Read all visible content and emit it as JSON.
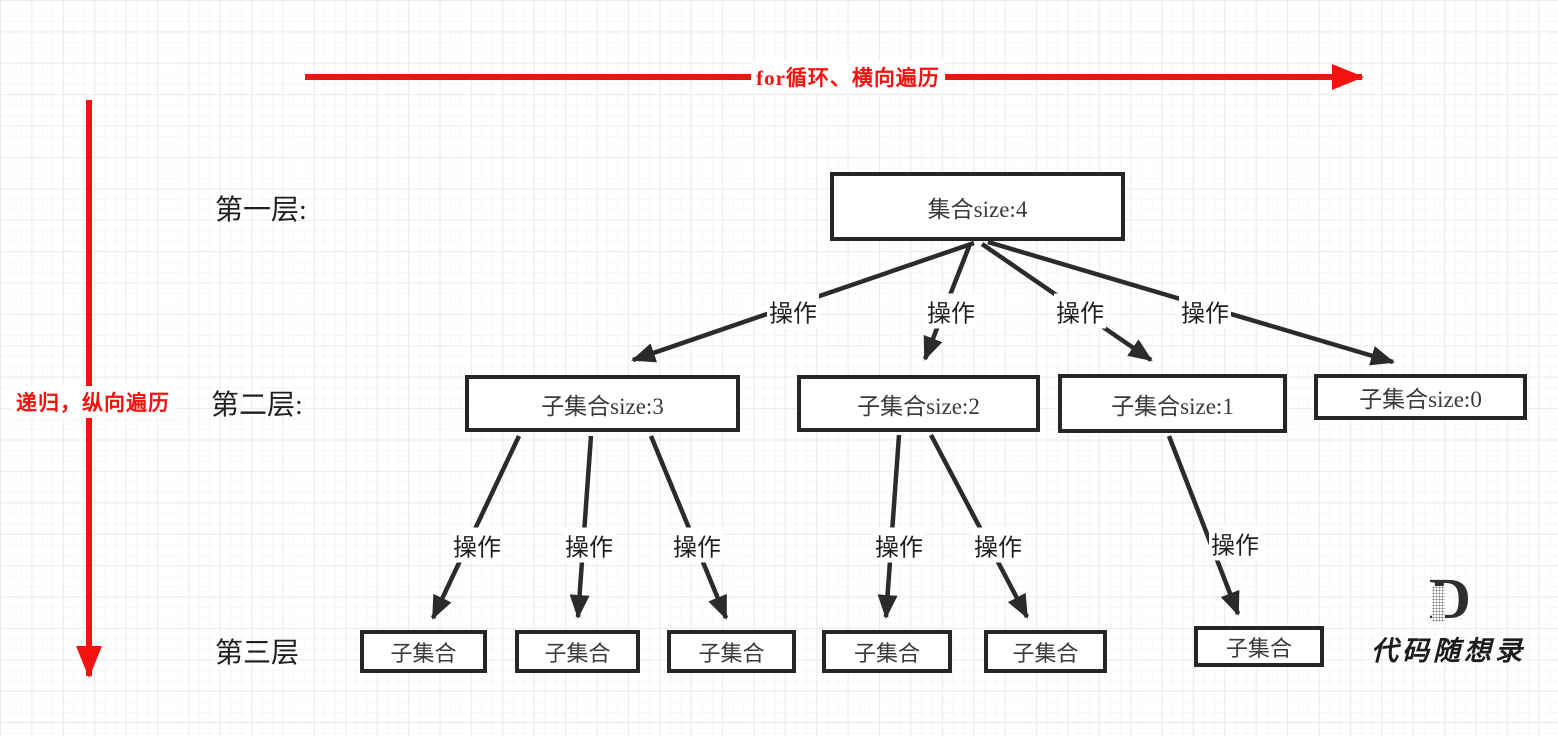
{
  "flow_annotations": {
    "horizontal": "for循环、横向遍历",
    "vertical": "递归，纵向遍历"
  },
  "layer_labels": [
    {
      "label": "第一层:"
    },
    {
      "label": "第二层:"
    },
    {
      "label": "第三层"
    }
  ],
  "tree": {
    "level1": [
      {
        "label": "集合size:4"
      }
    ],
    "level2": [
      {
        "label": "子集合size:3"
      },
      {
        "label": "子集合size:2"
      },
      {
        "label": "子集合size:1"
      },
      {
        "label": "子集合size:0"
      }
    ],
    "level3": [
      {
        "label": "子集合"
      },
      {
        "label": "子集合"
      },
      {
        "label": "子集合"
      },
      {
        "label": "子集合"
      },
      {
        "label": "子集合"
      },
      {
        "label": "子集合"
      }
    ]
  },
  "edge_labels": {
    "level1_to_level2": [
      "操作",
      "操作",
      "操作",
      "操作"
    ],
    "level2_to_level3": [
      "操作",
      "操作",
      "操作",
      "操作",
      "操作",
      "操作"
    ]
  },
  "watermark": {
    "logo_letter": "D",
    "site_name": "代码随想录"
  },
  "colors": {
    "flow_arrow_red": "#f2120f",
    "edge_black": "#2b2b2b",
    "box_border": "#262626",
    "grid_major": "#ececec",
    "grid_minor": "#f7f7f7"
  }
}
